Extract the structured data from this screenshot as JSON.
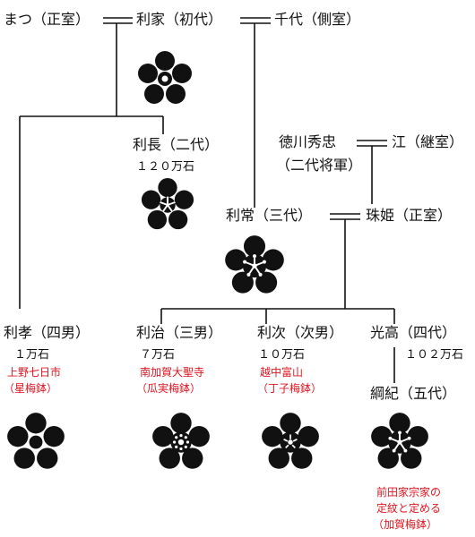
{
  "people": {
    "matsu": {
      "name": "まつ（正室）"
    },
    "toshiie": {
      "name": "利家（初代）"
    },
    "chiyo": {
      "name": "千代（側室）"
    },
    "toshinaga": {
      "name": "利長（二代）",
      "stipend": "１２０万石"
    },
    "hidetada": {
      "name": "徳川秀忠",
      "title": "（二代将軍）"
    },
    "go": {
      "name": "江（継室）"
    },
    "toshitsune": {
      "name": "利常（三代）"
    },
    "tamahime": {
      "name": "珠姫（正室）"
    },
    "toshitaka": {
      "name": "利孝（四男）",
      "stipend": "１万石",
      "domain": "上野七日市",
      "crest": "（星梅鉢）"
    },
    "toshiharu": {
      "name": "利治（三男）",
      "stipend": "７万石",
      "domain": "南加賀大聖寺",
      "crest": "（瓜実梅鉢）"
    },
    "toshitsugu": {
      "name": "利次（次男）",
      "stipend": "１０万石",
      "domain": "越中富山",
      "crest": "（丁子梅鉢）"
    },
    "mitsutaka": {
      "name": "光高（四代）",
      "stipend": "１０２万石"
    },
    "tsunanori": {
      "name": "綱紀（五代）",
      "note1": "前田家宗家の",
      "note2": "定紋と定める",
      "note3": "（加賀梅鉢）"
    }
  },
  "colors": {
    "line": "#111111",
    "crest": "#111111",
    "annotation": "#e0141e"
  },
  "crest_types": {
    "toshiie": "ume-bachi",
    "toshinaga": "ume-bachi-star",
    "toshitsune": "ume-bachi-kaga",
    "toshitaka": "ume-bachi-hoshi",
    "toshiharu": "ume-bachi-urizane",
    "toshitsugu": "ume-bachi-choji",
    "tsunanori": "ume-bachi-kaga"
  }
}
